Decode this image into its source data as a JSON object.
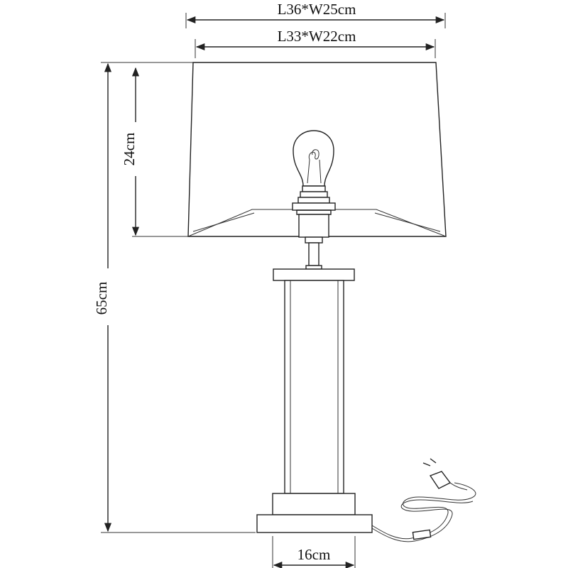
{
  "dimensions": {
    "outer_top_width": "L36*W25cm",
    "inner_top_width": "L33*W22cm",
    "shade_height": "24cm",
    "total_height": "65cm",
    "base_width": "16cm"
  },
  "colors": {
    "line": "#222222",
    "background": "#ffffff"
  }
}
